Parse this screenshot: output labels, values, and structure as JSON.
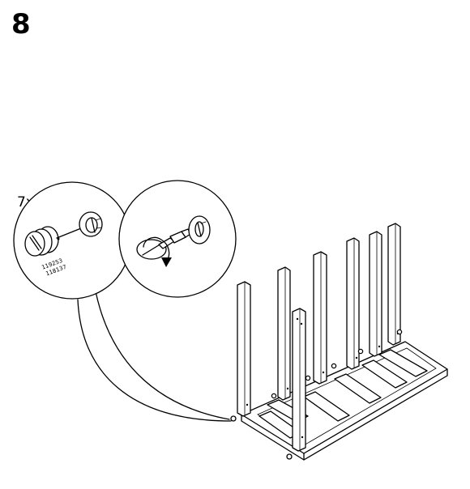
{
  "step": {
    "number": "8",
    "quantity": "7x"
  },
  "detail": {
    "part_codes": [
      "119253",
      "118137"
    ]
  },
  "icons": [
    "cam-lock-icon",
    "clockwise-arrow-icon",
    "screwdriver-icon"
  ],
  "colors": {
    "ink": "#000000",
    "paper": "#ffffff"
  }
}
